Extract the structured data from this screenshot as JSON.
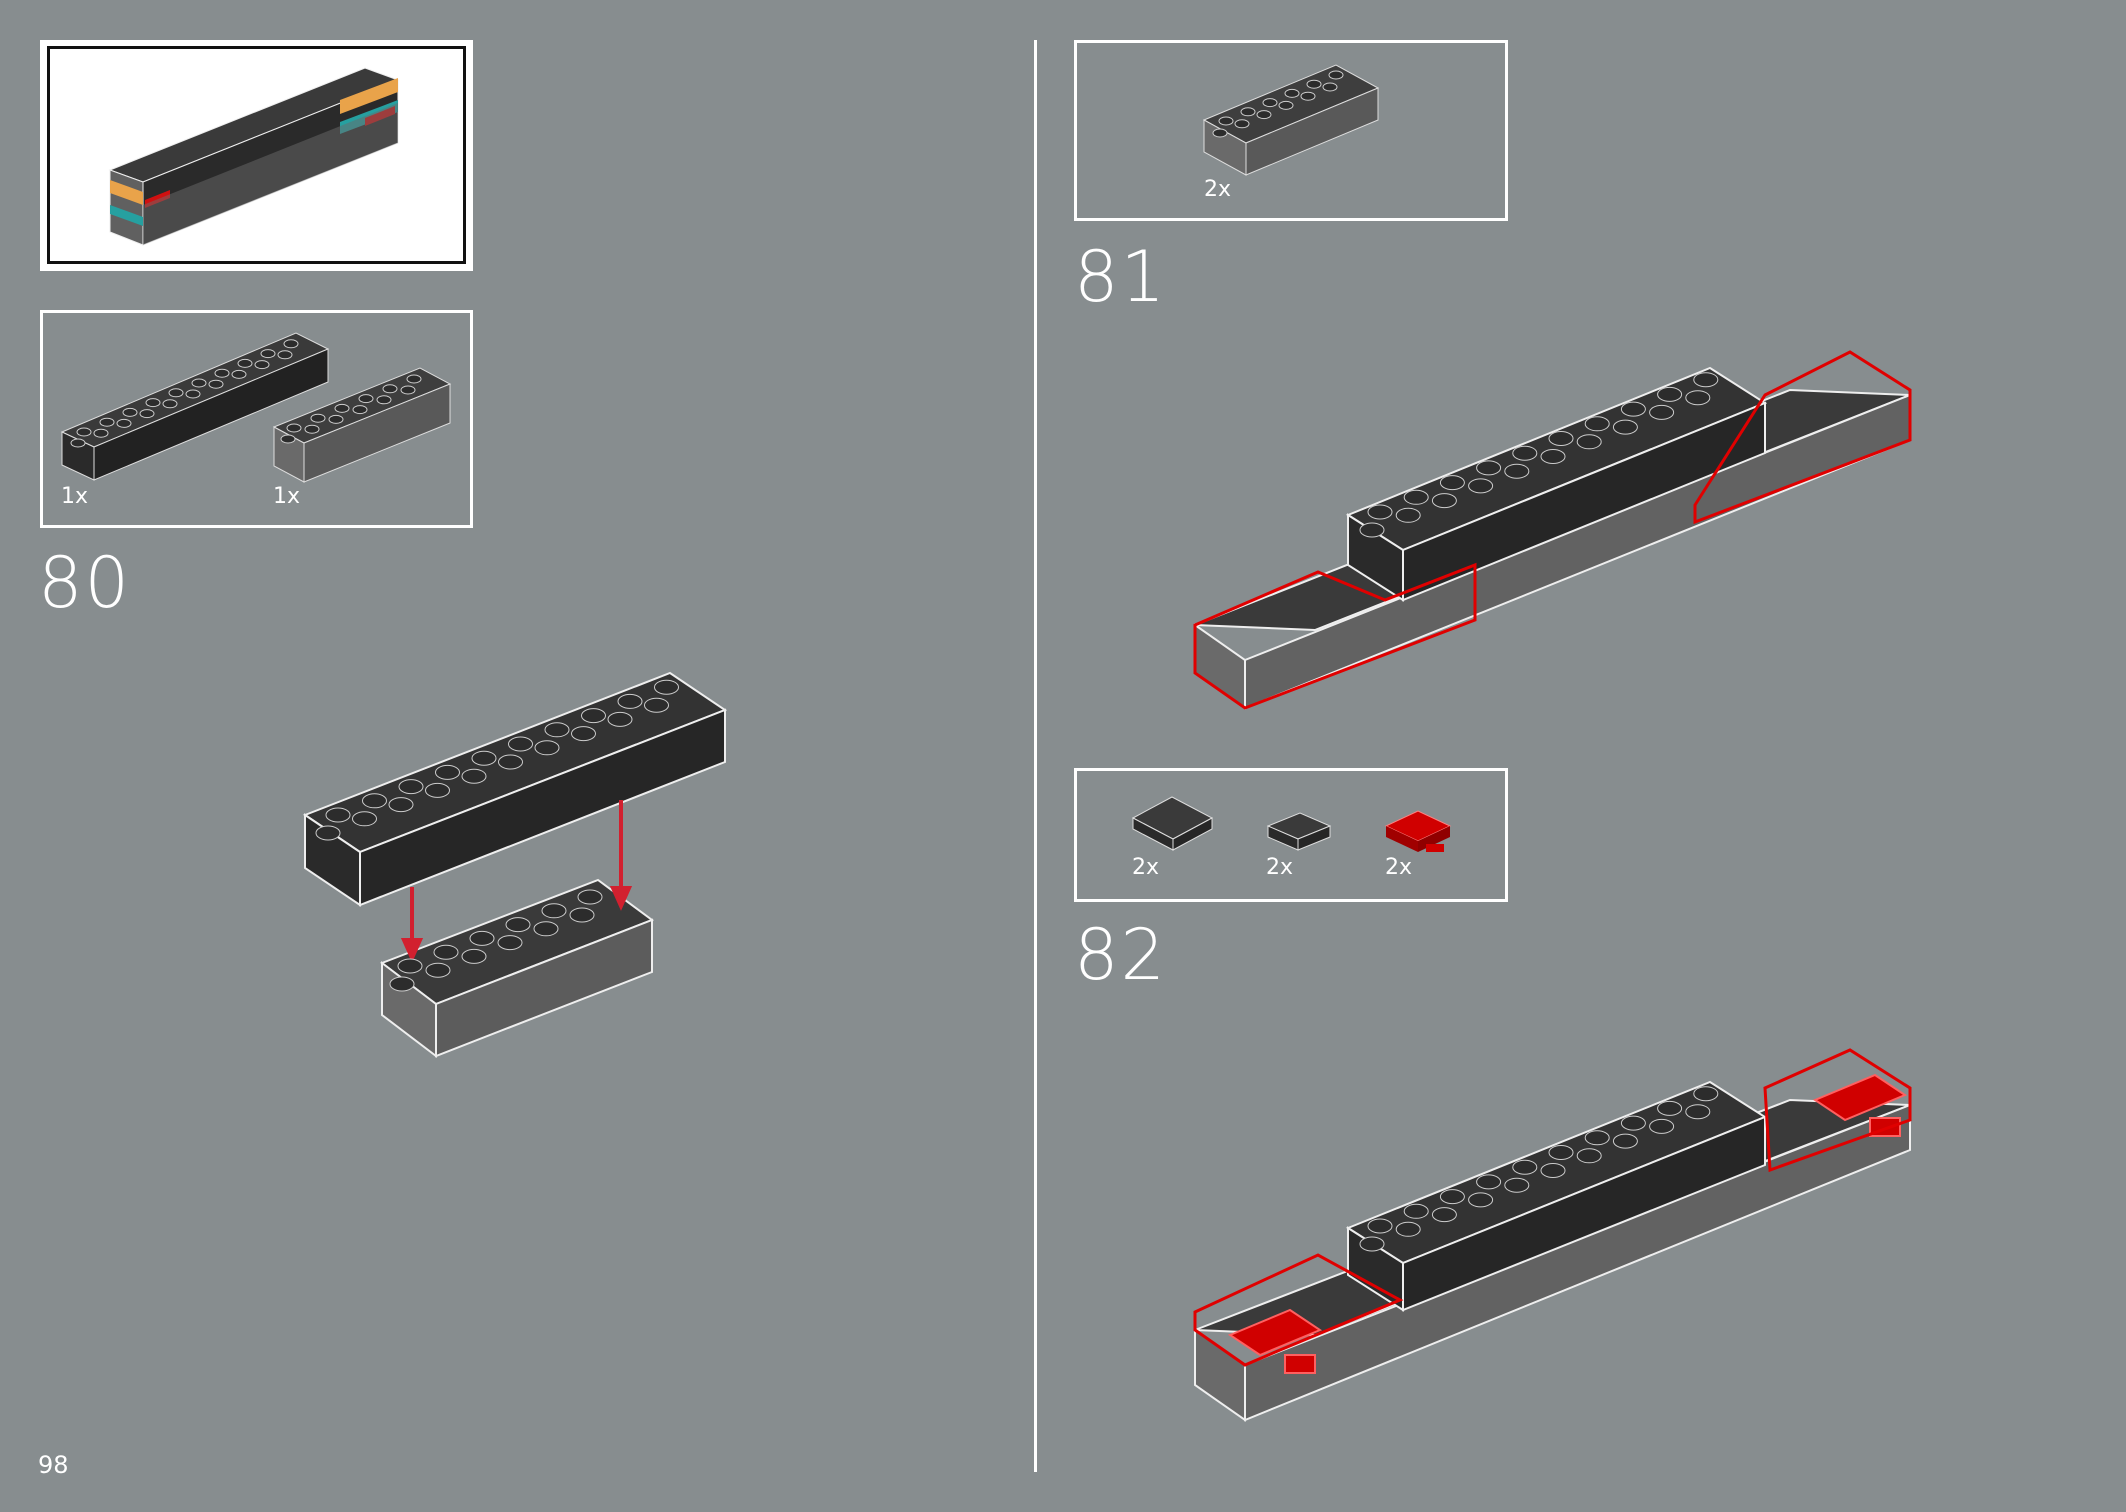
{
  "page": {
    "number": "98"
  },
  "colors": {
    "background": "#878d8f",
    "frame": "#ffffff",
    "dark_brick": "#2b2b2b",
    "grey_brick": "#5f5f5f",
    "highlight": "#e00000",
    "arrow": "#d2202f"
  },
  "steps": [
    {
      "number": "80",
      "parts": [
        {
          "qty": "1x",
          "icon": "brick-2x10-dark-icon"
        },
        {
          "qty": "1x",
          "icon": "brick-2x6-grey-icon"
        }
      ]
    },
    {
      "number": "81",
      "parts": [
        {
          "qty": "2x",
          "icon": "brick-2x6-grey-icon"
        }
      ]
    },
    {
      "number": "82",
      "parts": [
        {
          "qty": "2x",
          "icon": "plate-2x2-dark-icon"
        },
        {
          "qty": "2x",
          "icon": "plate-1x2-dark-icon"
        },
        {
          "qty": "2x",
          "icon": "plate-clip-red-icon"
        }
      ]
    }
  ]
}
